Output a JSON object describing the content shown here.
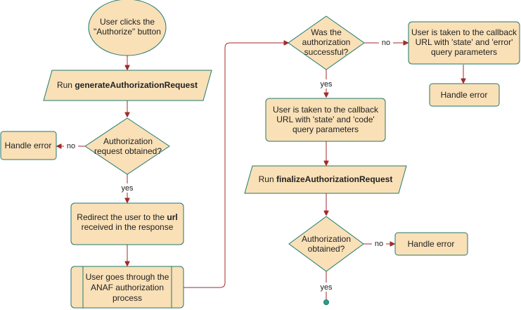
{
  "nodes": {
    "start": {
      "line1": "User clicks the",
      "line2": "\"Authorize\" button"
    },
    "gen": {
      "prefix": "Run ",
      "bold": "generateAuthorizationRequest"
    },
    "d1": {
      "line1": "Authorization",
      "line2": "request obtained?"
    },
    "err1": {
      "text": "Handle error"
    },
    "redirect": {
      "line1_prefix": "Redirect the user to the ",
      "line1_bold": "url",
      "line2": "received in the response"
    },
    "anaf": {
      "line1": "User goes through the",
      "line2": "ANAF authorization",
      "line3": "process"
    },
    "d2": {
      "line1": "Was the",
      "line2": "authorization",
      "line3": "successful?"
    },
    "errcb": {
      "line1": "User is taken to the callback",
      "line2": "URL with 'state' and 'error'",
      "line3": "query parameters"
    },
    "err2": {
      "text": "Handle error"
    },
    "okcb": {
      "line1": "User is taken to the callback",
      "line2": "URL with 'state' and 'code'",
      "line3": "query parameters"
    },
    "fin": {
      "prefix": "Run ",
      "bold": "finalizeAuthorizationRequest"
    },
    "d3": {
      "line1": "Authorization",
      "line2": "obtained?"
    },
    "err3": {
      "text": "Handle error"
    }
  },
  "edges": {
    "d1_no": "no",
    "d1_yes": "yes",
    "d2_no": "no",
    "d2_yes": "yes",
    "d3_no": "no",
    "d3_yes": "yes"
  }
}
